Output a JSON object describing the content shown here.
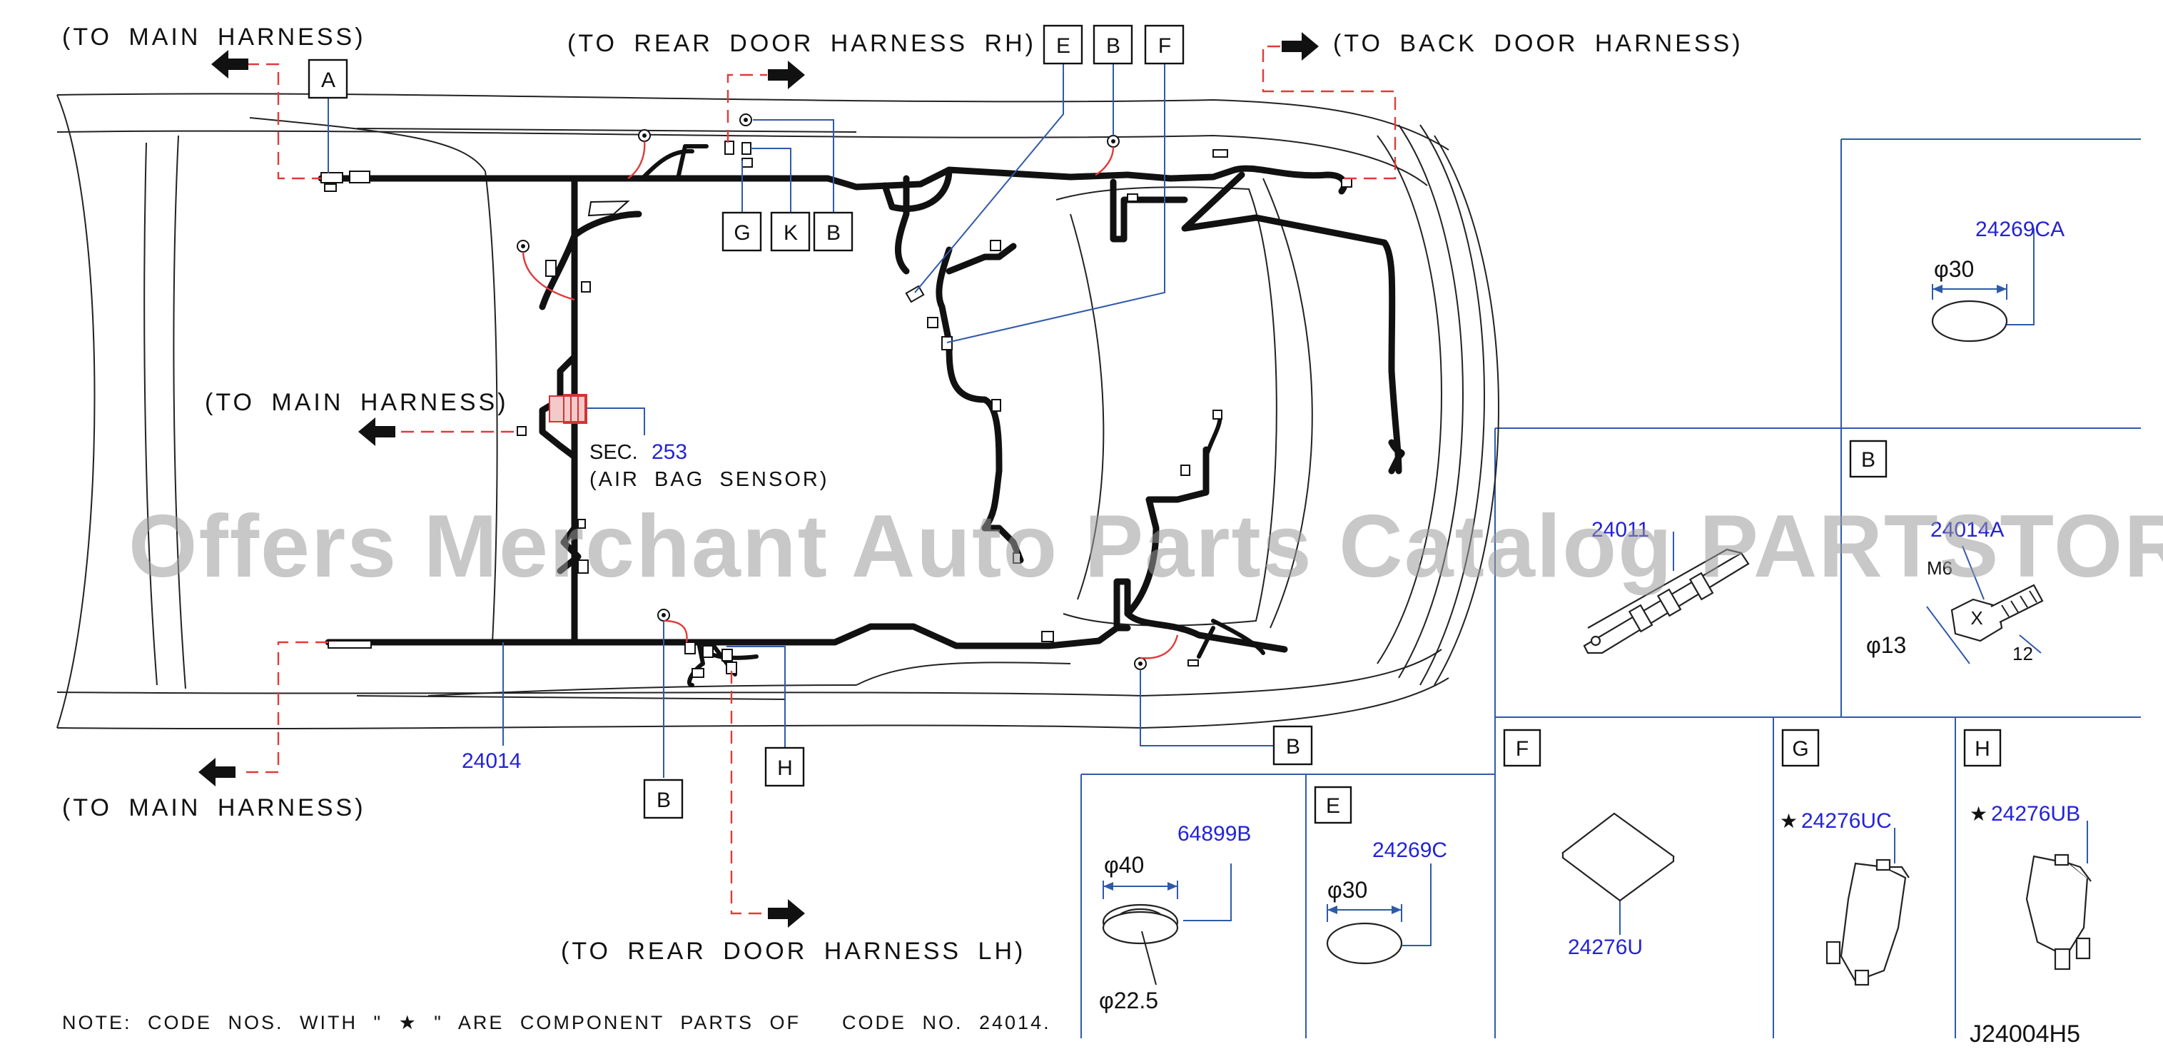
{
  "labels": {
    "to_main_harness_top": "(TO MAIN HARNESS)",
    "to_rear_door_rh": "(TO REAR DOOR HARNESS RH)",
    "to_back_door": "(TO BACK DOOR HARNESS)",
    "to_main_harness_mid": "(TO MAIN HARNESS)",
    "to_main_harness_bottom": "(TO MAIN HARNESS)",
    "to_rear_door_lh": "(TO REAR DOOR HARNESS LH)",
    "sec": "SEC.",
    "sec_number": "253",
    "air_bag_sensor": "(AIR BAG SENSOR)"
  },
  "callouts": {
    "A": "A",
    "E": "E",
    "B": "B",
    "F": "F",
    "G": "G",
    "K": "K",
    "H": "H"
  },
  "part_numbers": {
    "main_harness": "24014",
    "top_right_clip": "24269CA",
    "panel_b_partial_1": "24011",
    "panel_b_partial_2": "24014A",
    "panel_e_grommet": "24269C",
    "panel_lower_grommet": "64899B",
    "panel_f": "24276U",
    "panel_g": "24276UC",
    "panel_h": "24276UB",
    "star": "★"
  },
  "panels": {
    "b_label": "B",
    "e_label": "E",
    "f_label": "F",
    "g_label": "G",
    "h_label": "H"
  },
  "dimensions": {
    "phi30_top": "φ30",
    "m6": "M6",
    "phi13": "φ13",
    "twelve": "12",
    "phi40": "φ40",
    "phi22_5": "φ22.5",
    "phi30_e": "φ30"
  },
  "note": {
    "text_a": "NOTE: CODE NOS. WITH \" ★ \" ARE COMPONENT PARTS OF",
    "text_b": "CODE NO. 24014."
  },
  "drawing_code": "J24004H5",
  "watermark": "Offers Merchant Auto Parts Catalog PARTSTORE.SA",
  "colors": {
    "harness": "#111111",
    "leader": "#2f5aa8",
    "dashed_red": "#e23a3a",
    "part_number_blue": "#2323d6"
  }
}
